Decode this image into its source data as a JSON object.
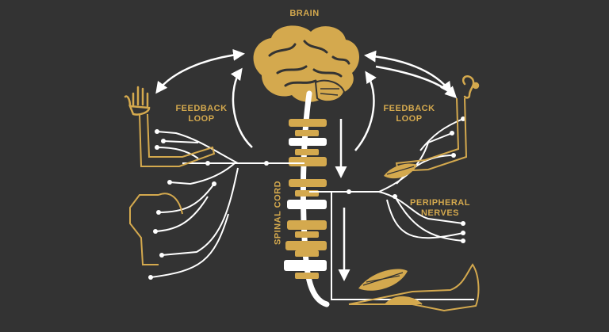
{
  "labels": {
    "brain": "BRAIN",
    "feedback_left": [
      "FEEDBACK",
      "LOOP"
    ],
    "feedback_right": [
      "FEEDBACK",
      "LOOP"
    ],
    "spinal_cord": "SPINAL CORD",
    "peripheral_nerves": [
      "PERIPHERAL",
      "NERVES"
    ]
  },
  "colors": {
    "background": "#333333",
    "gold": "#d4a94e",
    "white": "#ffffff"
  },
  "icons": [
    "brain-icon",
    "hand-icon",
    "ear-icon",
    "muscle-icon",
    "leg-icon",
    "torso-icon",
    "arm-icon"
  ]
}
